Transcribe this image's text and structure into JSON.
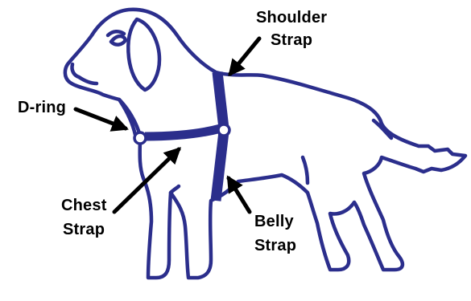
{
  "diagram": {
    "subject": "dog wearing a harness",
    "labels": {
      "shoulder_line1": "Shoulder",
      "shoulder_line2": "Strap",
      "dring": "D-ring",
      "chest_line1": "Chest",
      "chest_line2": "Strap",
      "belly_line1": "Belly",
      "belly_line2": "Strap"
    }
  },
  "colors": {
    "outline": "#2B2E8C",
    "harness": "#2B2E8C",
    "arrow": "#000000",
    "text": "#000000",
    "background": "#FFFFFF"
  }
}
